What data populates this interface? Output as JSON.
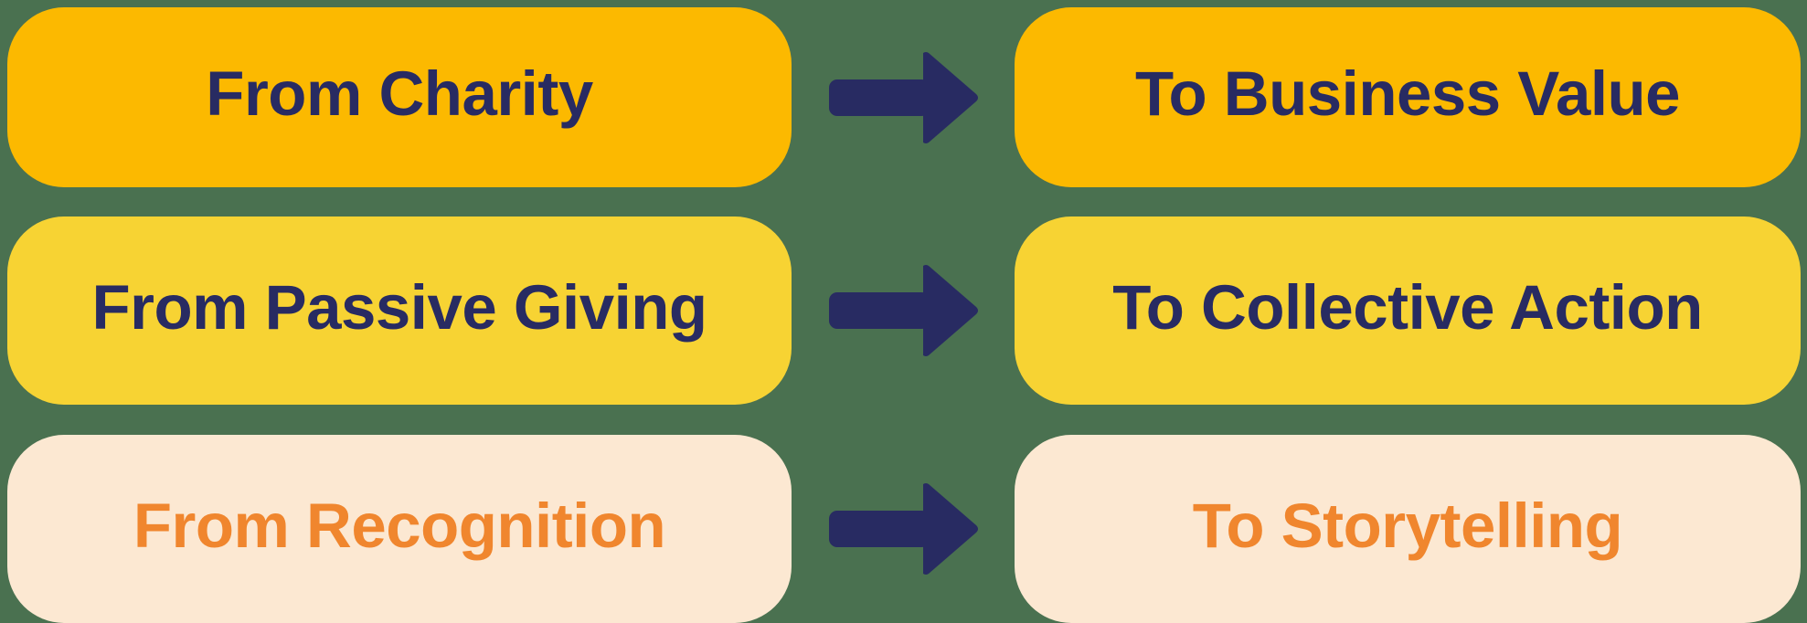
{
  "colors": {
    "background": "#4A7150",
    "arrow": "#282B62",
    "row1_bg": "#FCB900",
    "row2_bg": "#F7D333",
    "row3_bg": "#FCE8D2",
    "navy_text": "#282B62",
    "orange_text": "#F0862E"
  },
  "icons": {
    "arrow": "right-arrow"
  },
  "rows": [
    {
      "from": "From Charity",
      "to": "To Business Value",
      "bg": "#FCB900",
      "text_color": "#282B62"
    },
    {
      "from": "From Passive Giving",
      "to": "To Collective Action",
      "bg": "#F7D333",
      "text_color": "#282B62"
    },
    {
      "from": "From Recognition",
      "to": "To Storytelling",
      "bg": "#FCE8D2",
      "text_color": "#F0862E"
    }
  ]
}
